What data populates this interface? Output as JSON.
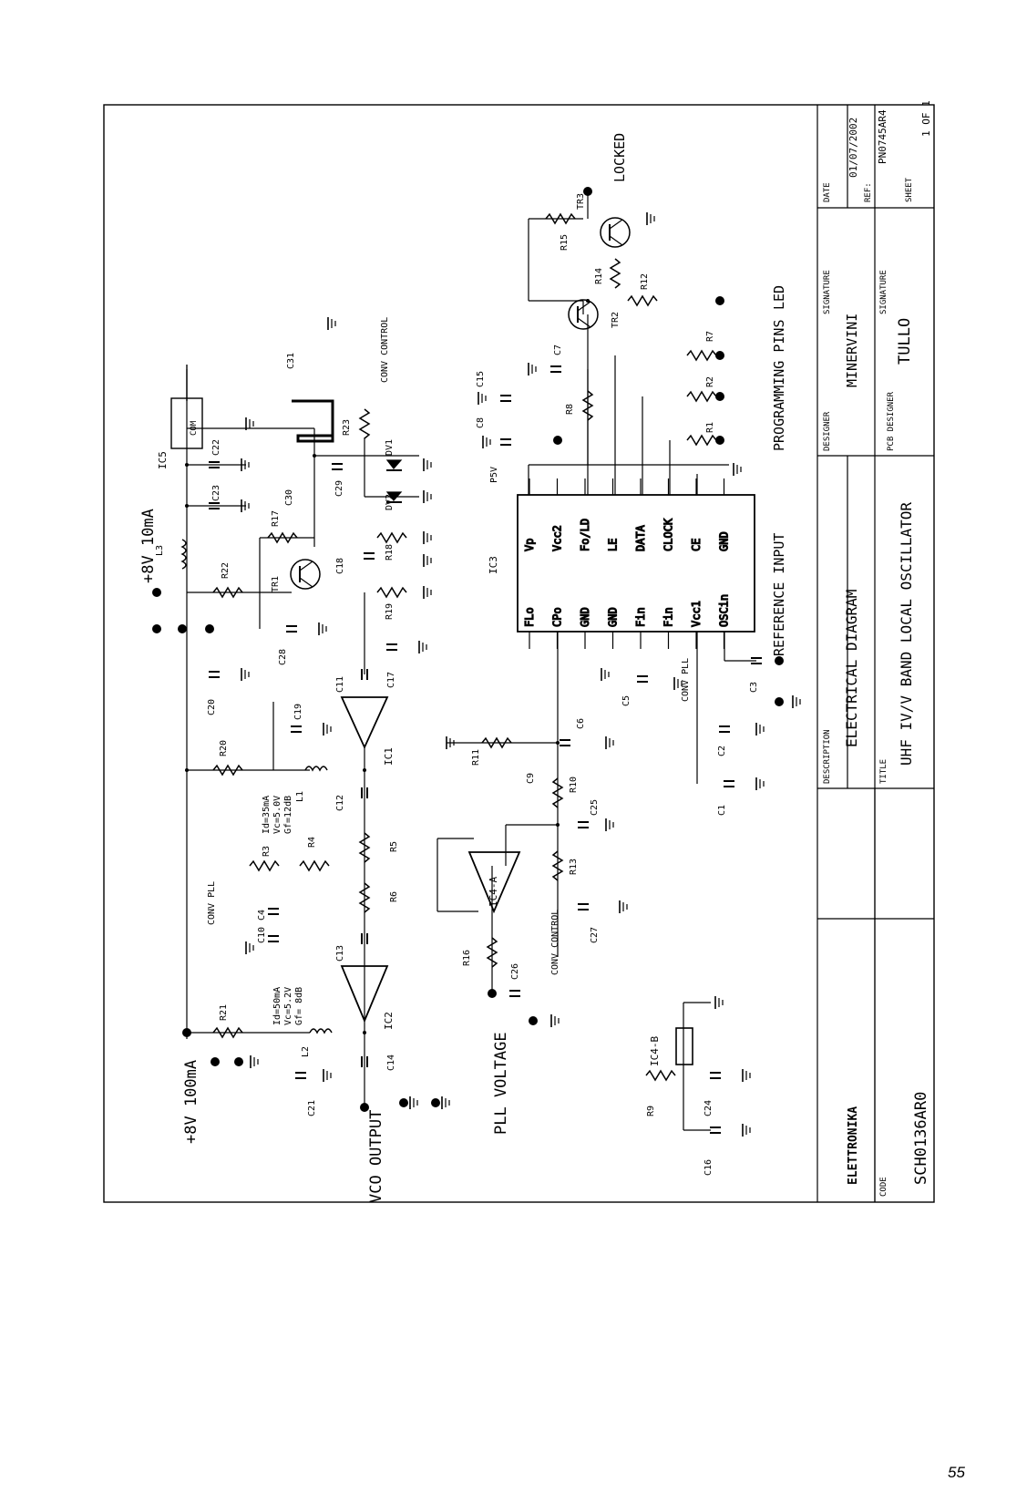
{
  "page_number": "55",
  "title_block": {
    "code_label": "CODE",
    "code": "SCH0136AR0",
    "description_label": "DESCRIPTION",
    "description": "ELECTRICAL DIAGRAM",
    "title_label": "TITLE",
    "title": "UHF IV/V BAND LOCAL OSCILLATOR",
    "designer_label": "DESIGNER",
    "designer": "MINERVINI",
    "pcb_designer_label": "PCB DESIGNER",
    "pcb_designer": "TULLO",
    "signature_label_1": "SIGNATURE",
    "signature_label_2": "SIGNATURE",
    "date_label": "DATE",
    "date": "01/07/2002",
    "ref_label": "REF:",
    "ref": "PN0745AR4",
    "sheet_label": "SHEET",
    "sheet": "1 OF 1",
    "logo": "ELETTRONIKA"
  },
  "nets": {
    "supply_100": "+8V 100mA",
    "supply_10": "+8V 10mA",
    "vco_output": "VCO OUTPUT",
    "pll_voltage": "PLL VOLTAGE",
    "ref_input": "REFERENCE INPUT",
    "prog_pins": "PROGRAMMING PINS",
    "led": "LED",
    "locked": "LOCKED",
    "conv_control_1": "CONV CONTROL",
    "conv_control_2": "CONV CONTROL",
    "conv_pll_1": "CONV PLL",
    "conv_pll_2": "CONV PLL",
    "p5v": "P5V"
  },
  "ic3": {
    "name": "IC3",
    "left_pins": [
      "FLo",
      "CPo",
      "GND",
      "GND",
      "Fin",
      "Fin",
      "Vcc1",
      "OSCin"
    ],
    "right_pins": [
      "Vp",
      "Vcc2",
      "Fo/LD",
      "LE",
      "DATA",
      "CLOCK",
      "CE",
      "GND"
    ]
  },
  "amps": {
    "ic1": "IC1",
    "ic2": "IC2",
    "ic4a": "IC4-A",
    "ic4b": "IC4-B",
    "ic5": "IC5",
    "com": "COM",
    "ic1_spec": [
      "Id=35mA",
      "Vc=5.0V",
      "Gf=12dB"
    ],
    "ic2_spec": [
      "Id=50mA",
      "Vc=5.2V",
      "Gf= 8dB"
    ]
  },
  "components": {
    "resistors": [
      "R1",
      "R2",
      "R3",
      "R4",
      "R5",
      "R6",
      "R7",
      "R8",
      "R9",
      "R10",
      "R11",
      "R12",
      "R13",
      "R14",
      "R15",
      "R16",
      "R17",
      "R18",
      "R19",
      "R20",
      "R21",
      "R22",
      "R23"
    ],
    "capacitors": [
      "C1",
      "C2",
      "C3",
      "C4",
      "C5",
      "C6",
      "C7",
      "C8",
      "C9",
      "C10",
      "C11",
      "C12",
      "C13",
      "C14",
      "C15",
      "C16",
      "C17",
      "C18",
      "C19",
      "C20",
      "C21",
      "C22",
      "C23",
      "C24",
      "C25",
      "C26",
      "C27",
      "C28",
      "C29",
      "C30",
      "C31"
    ],
    "transistors": [
      "TR1",
      "TR2",
      "TR3"
    ],
    "diodes": [
      "DV1",
      "DV2"
    ],
    "inductors": [
      "L1",
      "L2",
      "L3"
    ]
  }
}
